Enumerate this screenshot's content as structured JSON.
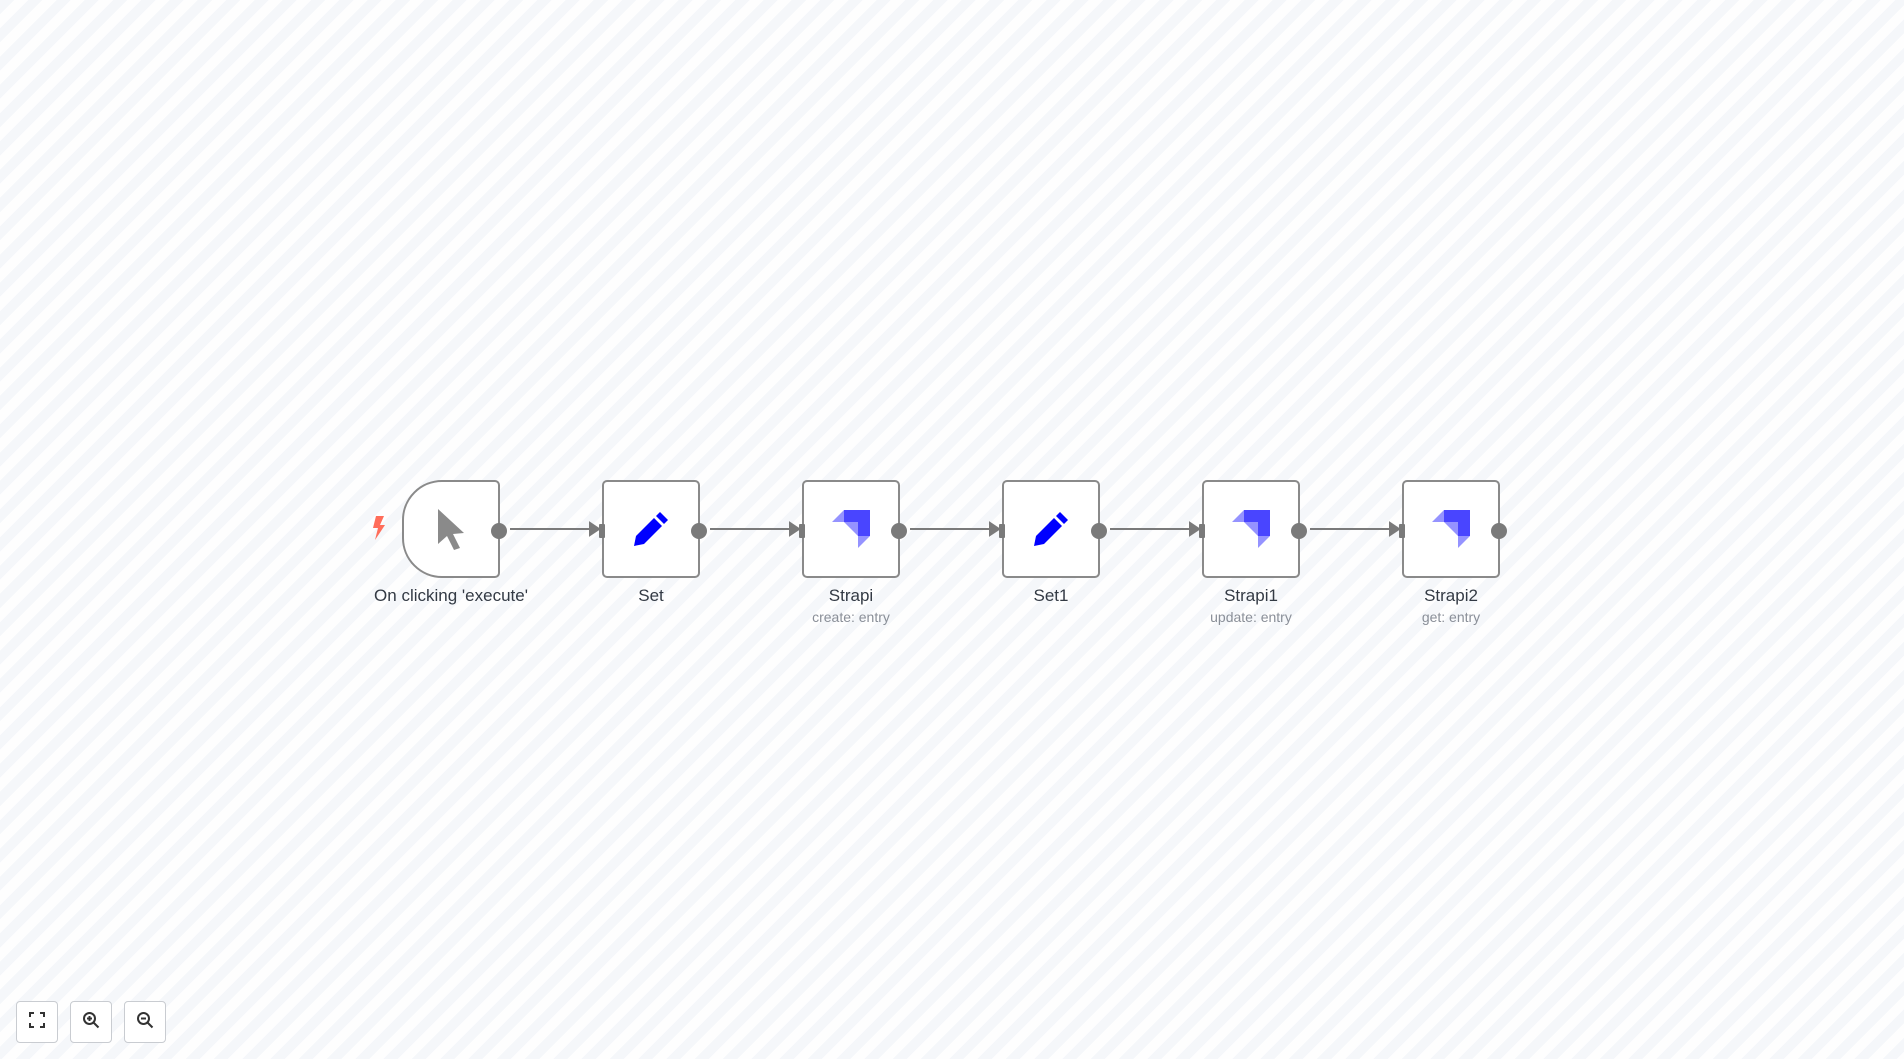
{
  "workflow": {
    "nodes": [
      {
        "id": "trigger",
        "label": "On clicking 'execute'",
        "subtitle": "",
        "icon": "cursor-icon"
      },
      {
        "id": "set",
        "label": "Set",
        "subtitle": "",
        "icon": "pencil-icon"
      },
      {
        "id": "strapi",
        "label": "Strapi",
        "subtitle": "create: entry",
        "icon": "strapi-icon"
      },
      {
        "id": "set1",
        "label": "Set1",
        "subtitle": "",
        "icon": "pencil-icon"
      },
      {
        "id": "strapi1",
        "label": "Strapi1",
        "subtitle": "update: entry",
        "icon": "strapi-icon"
      },
      {
        "id": "strapi2",
        "label": "Strapi2",
        "subtitle": "get: entry",
        "icon": "strapi-icon"
      }
    ]
  },
  "controls": {
    "fit_icon": "fullscreen-icon",
    "zoom_in_icon": "zoom-in-icon",
    "zoom_out_icon": "zoom-out-icon"
  },
  "colors": {
    "trigger_bolt": "#ff6d5a",
    "set_icon": "#0000ff",
    "strapi_dark": "#4945ff",
    "strapi_light": "#9593ff",
    "node_border": "#8a8a8a",
    "connector": "#7a7a7a"
  }
}
